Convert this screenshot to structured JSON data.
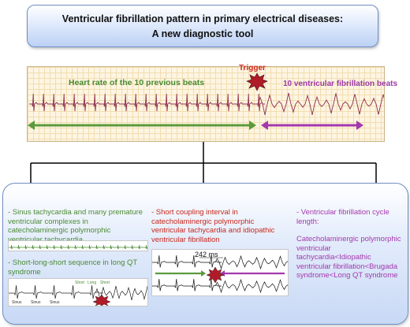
{
  "title": {
    "line1": "Ventricular fibrillation pattern in primary electrical diseases:",
    "line2": "A new diagnostic tool"
  },
  "ecg": {
    "trigger_label": "Trigger",
    "heart_rate_label": "Heart rate of the 10 previous beats",
    "vf_label": "10 ventricular fibrillation beats"
  },
  "panels": {
    "left_text_1": "- Sinus tachycardia and many premature ventricular complexes in catecholaminergic polymorphic ventricular tachycardia",
    "left_text_2": "- Short-long-short sequence in long QT syndrome",
    "middle_text": "- Short coupling interval in catecholaminergic polymorphic ventricular tachycardia and idiopathic ventricular fibrillation",
    "middle_ms": "242 ms",
    "right_title": "- Ventricular fibrillation cycle length:",
    "right_body": "Catecholaminergic polymorphic ventricular tachycardia<Idiopathic ventricular fibrillation<Brugada syndrome<Long QT syndrome",
    "strip_labels": {
      "sinus": "Sinus",
      "short": "Short",
      "long": "Long"
    }
  },
  "colors": {
    "title_fill": "#d9e6fb",
    "green": "#4a8a34",
    "purple": "#a338ad",
    "red": "#c8281d",
    "ecg_trace": "#8e2f4f",
    "ecg_grid": "#f2ddb0"
  }
}
